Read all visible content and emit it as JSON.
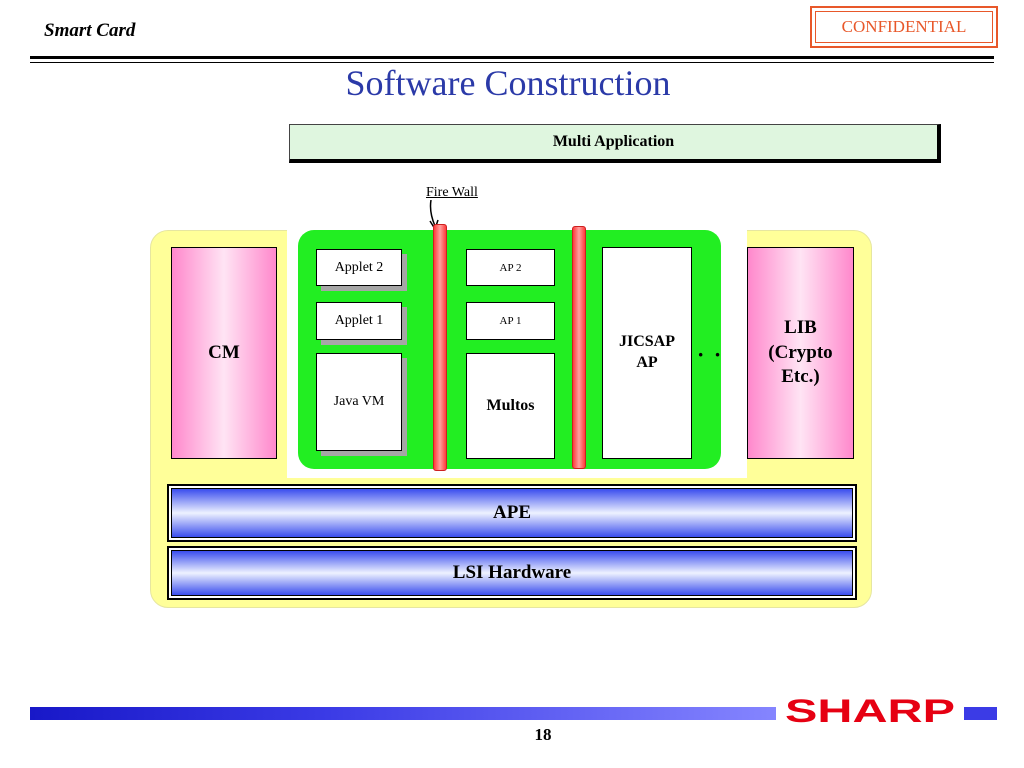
{
  "header": {
    "title": "Smart Card",
    "confidential": "CONFIDENTIAL"
  },
  "slide_title": "Software Construction",
  "diagram": {
    "multi_application": "Multi Application",
    "firewall_label": "Fire Wall",
    "cm": "CM",
    "lib_lines": [
      "LIB",
      "(Crypto",
      "Etc.)"
    ],
    "applet2": "Applet 2",
    "applet1": "Applet 1",
    "java_vm": "Java VM",
    "ap2": "AP 2",
    "ap1": "AP 1",
    "multos": "Multos",
    "jicsap_lines": [
      "JICSAP",
      "AP"
    ],
    "ellipsis": "· ·",
    "ape": "APE",
    "lsi_hardware": "LSI Hardware"
  },
  "footer": {
    "logo_text": "SHARP",
    "page_number": "18"
  },
  "colors": {
    "title_blue": "#2b3aa8",
    "confidential_orange": "#e8582a",
    "sharp_red": "#e60012",
    "green_panel": "#22ee22",
    "yellow_panel": "#ffff99",
    "firewall_red": "#ff3b3b"
  }
}
